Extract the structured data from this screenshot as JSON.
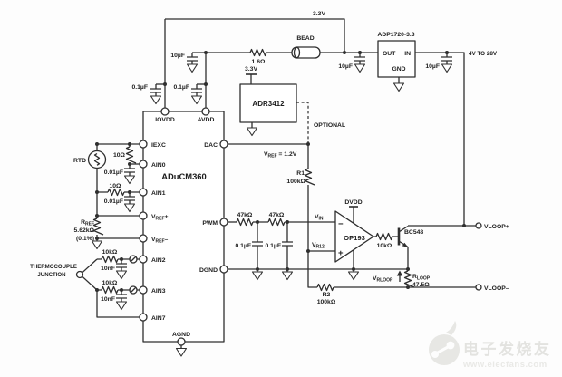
{
  "power": {
    "rail": "3.3V",
    "adr_supply": "3.3V",
    "input_range": "4V TO 28V",
    "dvdd": "DVDD"
  },
  "filter": {
    "bead": "BEAD",
    "resistor": "1.6Ω",
    "cap": "10µF",
    "cap_iovdd": "0.1µF",
    "cap_avdd": "0.1µF"
  },
  "regulator": {
    "name": "ADP1720-3.3",
    "out": "OUT",
    "in": "IN",
    "gnd": "GND",
    "cap_out": "10µF",
    "cap_in": "10µF"
  },
  "vref_source": {
    "name": "ADR3412",
    "optional": "OPTIONAL",
    "net": {
      "main": "V",
      "sub": "REF",
      "post": " = 1.2V"
    }
  },
  "mcu": {
    "name": "ADuCM360",
    "pins": {
      "iovdd": "IOVDD",
      "avdd": "AVDD",
      "iexc": "IEXC",
      "ain0": "AIN0",
      "ain1": "AIN1",
      "vrefp": {
        "main": "V",
        "sub": "REF",
        "post": "+"
      },
      "vrefm": {
        "main": "V",
        "sub": "REF",
        "post": "–"
      },
      "ain2": "AIN2",
      "ain3": "AIN3",
      "ain7": "AIN7",
      "agnd": "AGND",
      "dac": "DAC",
      "pwm": "PWM",
      "dgnd": "DGND"
    }
  },
  "rtd_input": {
    "rtd": "RTD",
    "r_iexc": "10Ω",
    "c_ain0": "0.01µF",
    "r_ain1": "10Ω",
    "c_ain1": "0.01µF",
    "rref": {
      "main": "R",
      "sub": "REF"
    },
    "rref_val": "5.62kΩ",
    "rref_tol": "(0.1%)"
  },
  "thermocouple": {
    "line1": "THERMOCOUPLE",
    "line2": "JUNCTION",
    "r_ain2": "10kΩ",
    "c_ain2": "10nF",
    "r_ain3": "10kΩ",
    "c_ain3": "10nF"
  },
  "loop": {
    "r1": "R1",
    "r1_val": "100kΩ",
    "r_pwm1": "47kΩ",
    "r_pwm2": "47kΩ",
    "c_pwm1": "0.1µF",
    "c_pwm2": "0.1µF",
    "vin": {
      "main": "V",
      "sub": "IN"
    },
    "vr12": {
      "main": "V",
      "sub": "R12"
    },
    "opamp": "OP193",
    "minus": "−",
    "plus": "+",
    "r_base": "10kΩ",
    "transistor": "BC548",
    "r2": "R2",
    "r2_val": "100kΩ",
    "vrloop": {
      "main": "V",
      "sub": "RLOOP"
    },
    "rloop": {
      "main": "R",
      "sub": "LOOP"
    },
    "rloop_val": "47.5Ω",
    "vloop_p": "VLOOP+",
    "vloop_m": "VLOOP–"
  },
  "watermark": {
    "brand": "电子发烧友",
    "url": "www.elecfans.com"
  }
}
